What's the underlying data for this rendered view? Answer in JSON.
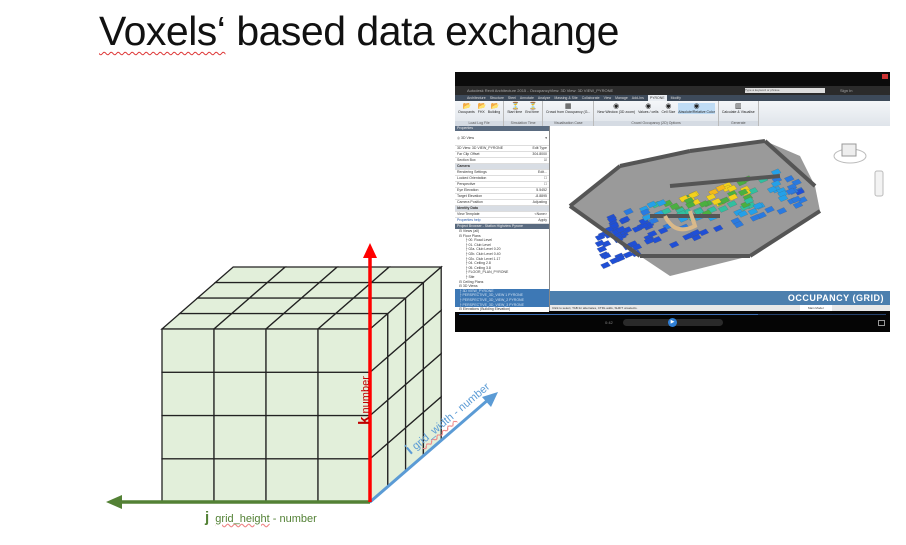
{
  "slide": {
    "title_word": "Voxels‘",
    "title_rest": " based data exchange"
  },
  "axes": {
    "k": {
      "letter": "k",
      "label": "number",
      "color": "#ff0000"
    },
    "i": {
      "letter": "i",
      "label": "grid_width",
      "suffix": " - number",
      "color": "#5b9bd5"
    },
    "j": {
      "letter": "j",
      "label": "grid_height",
      "suffix": " - number",
      "color": "#538135"
    }
  },
  "grid": {
    "columns": 4,
    "rows": 4,
    "depth": 4,
    "fill": "#e2efda"
  },
  "screenshot": {
    "app_title": "Autodesk Revit Architecture 2015 - OccupancyView: 3D View: 3D VIEW_PYRONE",
    "search_placeholder": "Type a keyword or phrase",
    "sign_in": "Sign In",
    "tabs": [
      "Architecture",
      "Structure",
      "Steel",
      "Annotate",
      "Analyze",
      "Massing & Site",
      "Collaborate",
      "View",
      "Manage",
      "Add-Ins",
      "PYRONE",
      "Modify"
    ],
    "active_tab": "PYRONE",
    "ribbon_groups": [
      {
        "caption": "Load Log File",
        "items": [
          "Occupants",
          "FHX",
          "Building"
        ]
      },
      {
        "caption": "Simulation Time",
        "items": [
          "Start time",
          "End time"
        ]
      },
      {
        "caption": "Visualisation Case",
        "items": [
          "Crowd from Occupancy (G..."
        ]
      },
      {
        "caption": "Crowd Occupancy (2D) Options",
        "items": [
          "New Window (3D zoom)",
          "Values / cells",
          "Cell Size",
          "Absolute/Relative Color"
        ]
      },
      {
        "caption": "Generate",
        "items": [
          "Calculate & Visualise"
        ]
      }
    ],
    "properties": {
      "header": "Properties",
      "type": "3D View",
      "filter": "3D View: 3D VIEW_PYRONE",
      "edit_type": "Edit Type",
      "rows": [
        {
          "label": "Far Clip Offset",
          "value": "304.8000"
        },
        {
          "label": "Section Box",
          "value": "☑"
        },
        {
          "label": "Camera",
          "value": "",
          "section": true
        },
        {
          "label": "Rendering Settings",
          "value": "Edit..."
        },
        {
          "label": "Locked Orientation",
          "value": "☐"
        },
        {
          "label": "Perspective",
          "value": "☐"
        },
        {
          "label": "Eye Elevation",
          "value": "5.5452"
        },
        {
          "label": "Target Elevation",
          "value": "-8.8895"
        },
        {
          "label": "Camera Position",
          "value": "Adjusting"
        },
        {
          "label": "Identity Data",
          "value": "",
          "section": true
        },
        {
          "label": "View Template",
          "value": "<None>"
        }
      ],
      "help": "Properties help",
      "apply": "Apply"
    },
    "browser": {
      "header": "Project Browser - Station Highview Pyrone",
      "items": [
        "Views (all)",
        "Floor Plans",
        "00. Road Level",
        "01. Club Level",
        "02a. Club Level 0.20",
        "02b. Club Level 0.40",
        "02c. Club Level 1.17",
        "04. Ceiling 2.8",
        "05. Ceiling 3.8",
        "FLOOR_PLAN_PYRONE",
        "Site",
        "Ceiling Plans",
        "3D Views",
        "3D VIEW_PYRONE",
        "PERSPECTIVE_3D_VIEW 1 PYRONE",
        "PERSPECTIVE_3D_VIEW_2 PYRONE",
        "PERSPECTIVE_3D_VIEW_3 PYRONE",
        "Elevations (Building Elevation)"
      ],
      "selected_index": 13
    },
    "banner": "OCCUPANCY (GRID)",
    "status": "Click to select, TAB for alternates, CTRL adds, SHIFT unselects.",
    "model": "Main Model",
    "player": {
      "time": "0:42",
      "progress": 0.7
    }
  }
}
